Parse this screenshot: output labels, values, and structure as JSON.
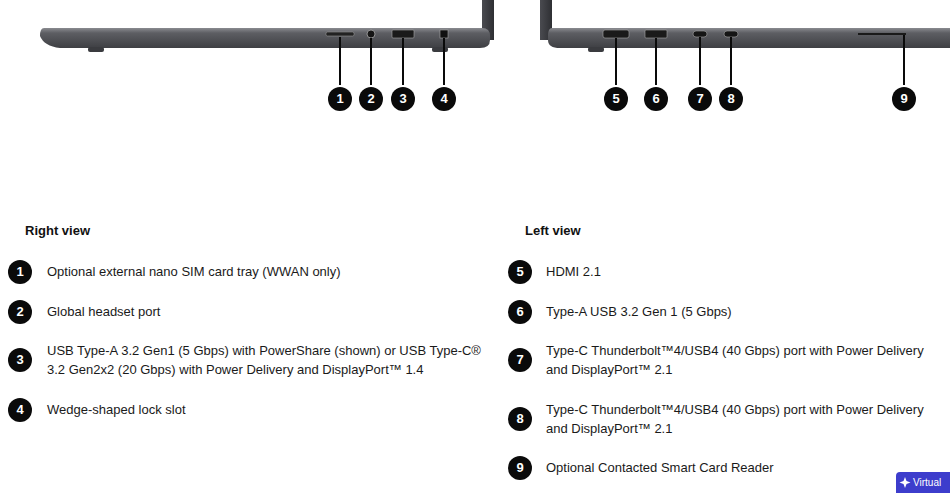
{
  "diagram": {
    "labels": [
      "1",
      "2",
      "3",
      "4",
      "5",
      "6",
      "7",
      "8",
      "9",
      "Right view",
      "Left view",
      "1",
      "Optional external nano SIM card tray (WWAN only)",
      "2",
      "Global headset port",
      "3",
      "USB Type-A 3.2 Gen1 (5 Gbps) with PowerShare (shown) or USB Type-C® 3.2 Gen2x2 (20 Gbps) with Power Delivery and DisplayPort™ 1.4",
      "4",
      "Wedge-shaped lock slot",
      "5",
      "HDMI 2.1",
      "6",
      "Type-A USB 3.2 Gen 1 (5 Gbps)",
      "7",
      "Type-C Thunderbolt™4/USB4 (40 Gbps) port with Power Delivery and DisplayPort™ 2.1",
      "8",
      "Type-C Thunderbolt™4/USB4 (40 Gbps) port with Power Delivery and DisplayPort™ 2.1",
      "9",
      "Optional Contacted Smart Card Reader",
      "Virtual"
    ]
  }
}
